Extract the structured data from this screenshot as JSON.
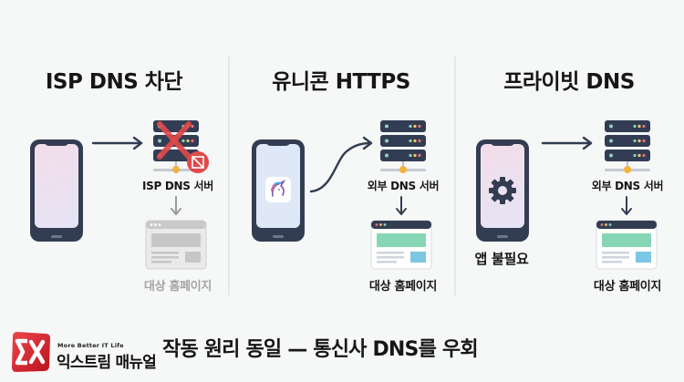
{
  "panels": [
    {
      "title": "ISP DNS 차단",
      "server_label": "ISP DNS 서버",
      "target_label": "대상 홈페이지",
      "state": "blocked",
      "phone_icon": "none"
    },
    {
      "title": "유니콘 HTTPS",
      "server_label": "외부 DNS 서버",
      "target_label": "대상 홈페이지",
      "state": "allowed",
      "phone_icon": "unicorn-app-icon"
    },
    {
      "title": "프라이빗 DNS",
      "server_label": "외부 DNS 서버",
      "target_label": "대상 홈페이지",
      "phone_label": "앱 불필요",
      "state": "allowed",
      "phone_icon": "gear-icon"
    }
  ],
  "footer": {
    "caption": "작동 원리 동일 — 통신사 DNS를 우회"
  },
  "watermark": {
    "tagline": "More Better IT Life",
    "name": "익스트림 매뉴얼",
    "logo_text": "EX"
  },
  "colors": {
    "background": "#f6f7f7",
    "phone_frame": "#333d52",
    "server": "#323c52",
    "block_red": "#e04a4a",
    "connector_orange": "#f3b23c",
    "web_green": "#86d5b3",
    "web_blue": "#7cc7e3",
    "muted_gray": "#c8c8c8"
  }
}
